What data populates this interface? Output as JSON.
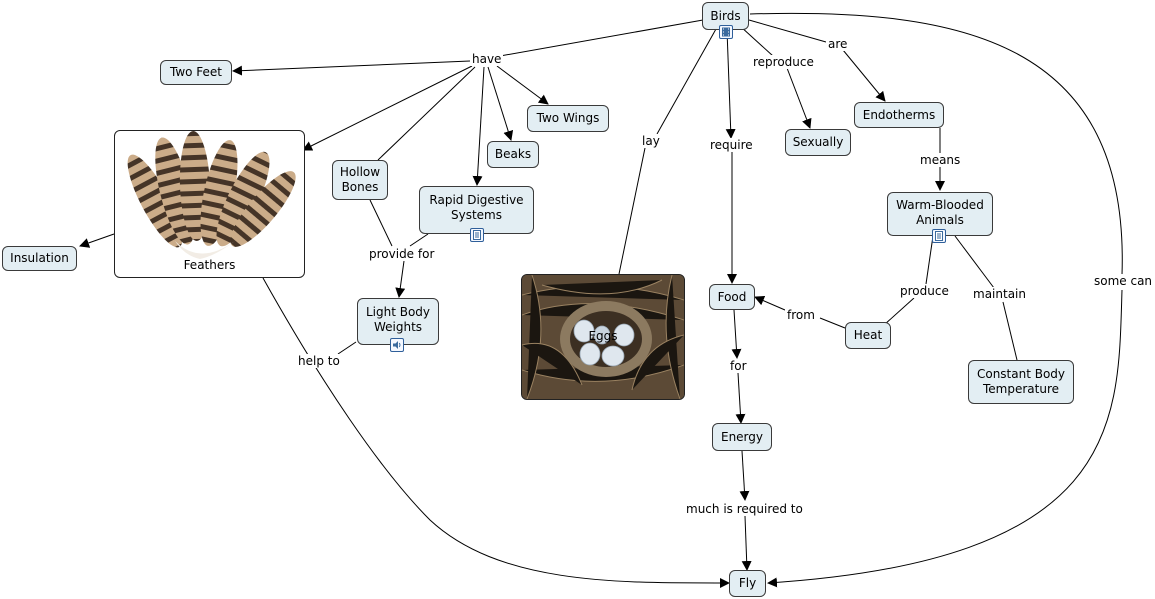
{
  "concepts": {
    "birds": "Birds",
    "two_feet": "Two Feet",
    "two_wings": "Two Wings",
    "beaks": "Beaks",
    "hollow_bones": "Hollow\nBones",
    "rapid_digestive": "Rapid Digestive\nSystems",
    "feathers": "Feathers",
    "insulation": "Insulation",
    "light_body": "Light Body\nWeights",
    "eggs": "Eggs",
    "food": "Food",
    "energy": "Energy",
    "fly": "Fly",
    "sexually": "Sexually",
    "endotherms": "Endotherms",
    "warm_blooded": "Warm-Blooded\nAnimals",
    "heat": "Heat",
    "constant_temp": "Constant Body\nTemperature"
  },
  "linking_phrases": {
    "have": "have",
    "lay": "lay",
    "require": "require",
    "reproduce": "reproduce",
    "are": "are",
    "means": "means",
    "produce": "produce",
    "maintain": "maintain",
    "from": "from",
    "for": "for",
    "much_required": "much is required to",
    "some_can": "some can",
    "provide_for": "provide for",
    "help_to": "help to"
  },
  "resource_icons": {
    "birds": "film-icon",
    "rapid_digestive": "document-icon",
    "warm_blooded": "document-icon",
    "light_body": "speaker-icon"
  },
  "colors": {
    "node_fill": "#e3eef3",
    "node_border": "#3a3a3a",
    "line": "#000000"
  }
}
